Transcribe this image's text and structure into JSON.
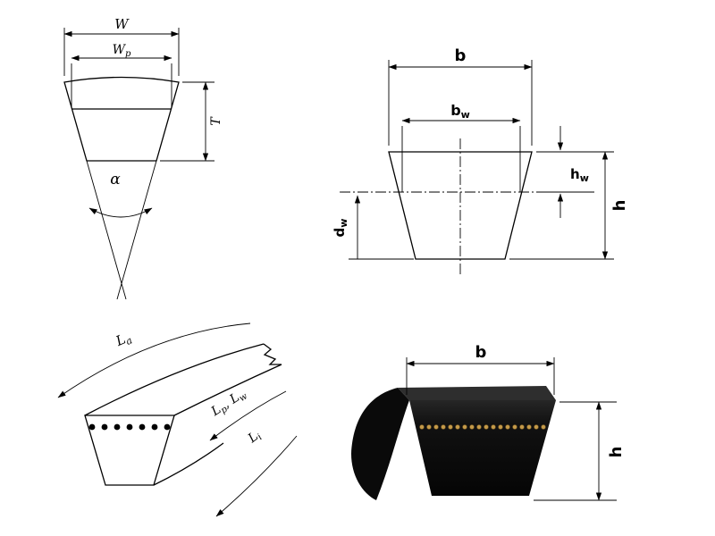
{
  "colors": {
    "background": "#ffffff",
    "line": "#000000",
    "belt_body": "#101010",
    "belt_top_face": "#2e2e2e",
    "cord_dot": "#c49a4a",
    "section_dot": "#000000"
  },
  "classic_section": {
    "dim_width": "W",
    "dim_pitch_width_main": "W",
    "dim_pitch_width_sub": "p",
    "dim_height": "T",
    "dim_angle": "α"
  },
  "narrow_section": {
    "dim_top_width": "b",
    "dim_pitch_width_main": "b",
    "dim_pitch_width_sub": "w",
    "dim_pitch_depth_main": "h",
    "dim_pitch_depth_sub": "w",
    "dim_height": "h",
    "dim_pitch_diameter_main": "d",
    "dim_pitch_diameter_sub": "w"
  },
  "length_view": {
    "dim_outer_main": "L",
    "dim_outer_sub": "a",
    "dim_pitch_main": "L",
    "dim_pitch_sub": "p",
    "dim_pitch_sep": ", ",
    "dim_pitch2_main": "L",
    "dim_pitch2_sub": "w",
    "dim_inner_main": "L",
    "dim_inner_sub": "i"
  },
  "photo_view": {
    "dim_width": "b",
    "dim_height": "h"
  }
}
